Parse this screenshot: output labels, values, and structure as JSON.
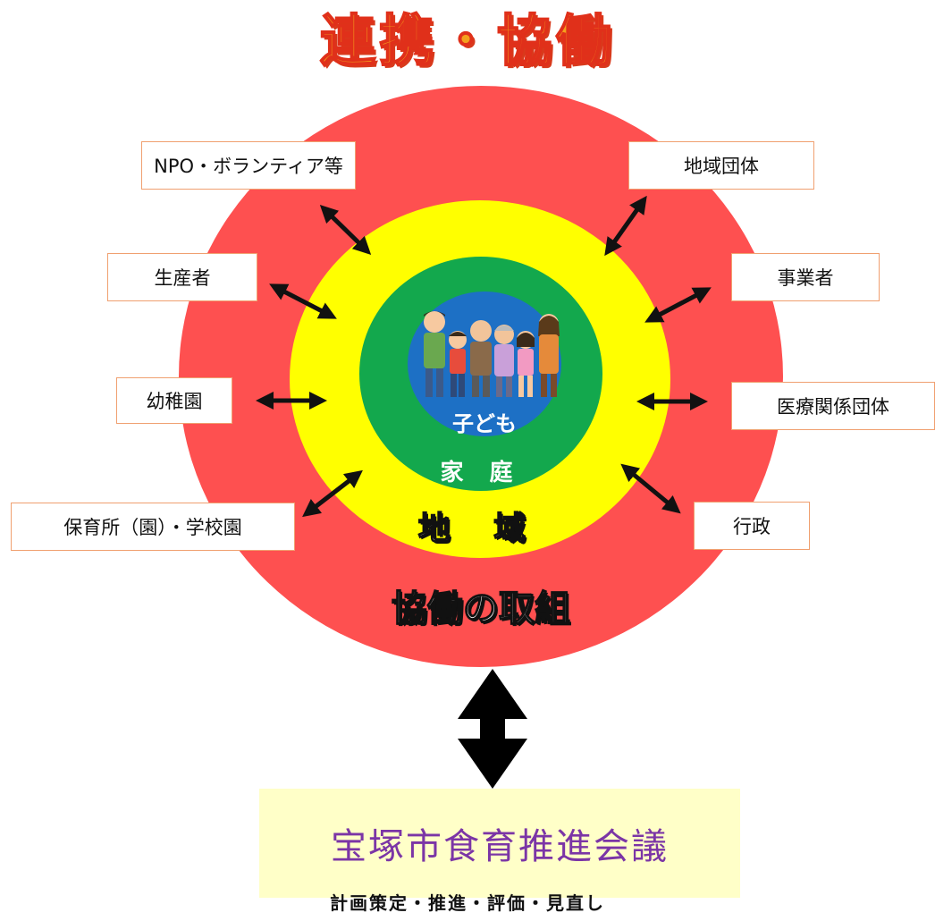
{
  "title": "連携・協働",
  "rings": {
    "center": "子ども",
    "second": "家 庭",
    "third": "地 域",
    "outer": "協働の取組"
  },
  "partners": {
    "npo": "NPO・ボランティア等",
    "local_groups": "地域団体",
    "producers": "生産者",
    "businesses": "事業者",
    "kindergarten": "幼稚園",
    "medical": "医療関係団体",
    "nursery_school": "保育所（園）・学校園",
    "government": "行政"
  },
  "council": {
    "name": "宝塚市食育推進会議",
    "caption": "計画策定・推進・評価・見直し"
  },
  "colors": {
    "outer_ring": "#fe5050",
    "yellow_ring": "#ffff00",
    "green_ring": "#13a84d",
    "blue_ring": "#1d70c5",
    "title": "#f4a01c",
    "council_bg": "#ffffc8",
    "council_text": "#7b35a6",
    "box_border": "#f0a070"
  },
  "icons": {
    "family": "family-illustration-icon",
    "arrow": "double-headed-arrow-icon"
  }
}
